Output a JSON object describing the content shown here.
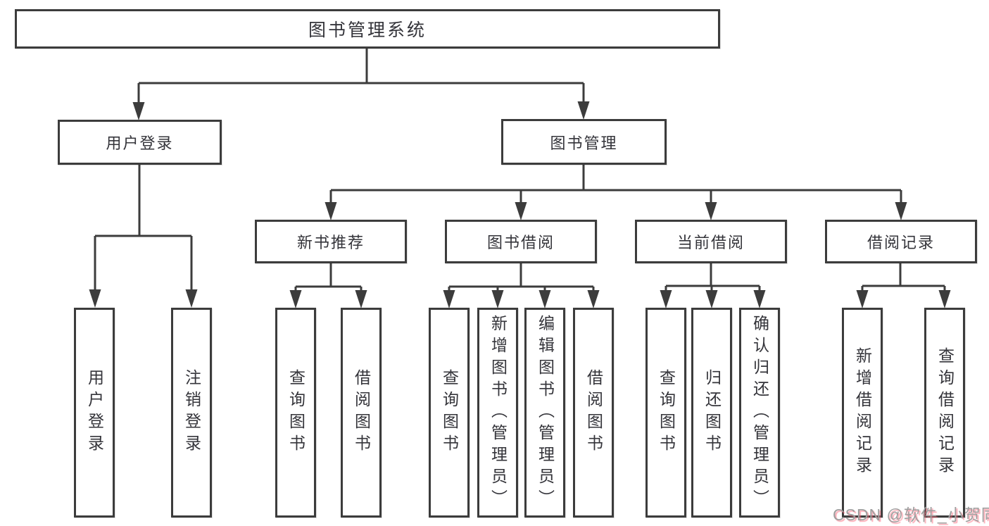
{
  "diagram_title": "图书管理系统",
  "nodes": {
    "root": {
      "label": "图书管理系统"
    },
    "user_login": {
      "label": "用户登录"
    },
    "book_mgmt": {
      "label": "图书管理"
    },
    "new_book_rec": {
      "label": "新书推荐"
    },
    "book_borrow": {
      "label": "图书借阅"
    },
    "current_borrow": {
      "label": "当前借阅"
    },
    "borrow_records": {
      "label": "借阅记录"
    },
    "leaf_user_login": {
      "label": "用户登录"
    },
    "leaf_logout": {
      "label": "注销登录"
    },
    "leaf_query_books_rec": {
      "label": "查询图书"
    },
    "leaf_borrow_books_rec": {
      "label": "借阅图书"
    },
    "leaf_query_books_borrow": {
      "label": "查询图书"
    },
    "leaf_add_books": {
      "label": "新增图书（管理员）"
    },
    "leaf_edit_books": {
      "label": "编辑图书（管理员）"
    },
    "leaf_borrow_books": {
      "label": "借阅图书"
    },
    "leaf_query_books_current": {
      "label": "查询图书"
    },
    "leaf_return_books": {
      "label": "归还图书"
    },
    "leaf_confirm_return": {
      "label": "确认归还（管理员）"
    },
    "leaf_add_borrow_record": {
      "label": "新增借阅记录"
    },
    "leaf_query_borrow_record": {
      "label": "查询借阅记录"
    }
  },
  "hierarchy": {
    "图书管理系统": [
      "用户登录",
      "图书管理"
    ],
    "用户登录": [
      "用户登录",
      "注销登录"
    ],
    "图书管理": [
      "新书推荐",
      "图书借阅",
      "当前借阅",
      "借阅记录"
    ],
    "新书推荐": [
      "查询图书",
      "借阅图书"
    ],
    "图书借阅": [
      "查询图书",
      "新增图书（管理员）",
      "编辑图书（管理员）",
      "借阅图书"
    ],
    "当前借阅": [
      "查询图书",
      "归还图书",
      "确认归还（管理员）"
    ],
    "借阅记录": [
      "新增借阅记录",
      "查询借阅记录"
    ]
  },
  "watermark": {
    "text": "CSDN @软件_小贺同学"
  },
  "colors": {
    "line": "#3c3c3c",
    "box_border": "#3c3c3c",
    "box_fill": "#ffffff",
    "text": "#34343a",
    "background": "#ffffff",
    "watermark_text": "#9e9e9e",
    "watermark_shadow": "#fc5f73"
  }
}
